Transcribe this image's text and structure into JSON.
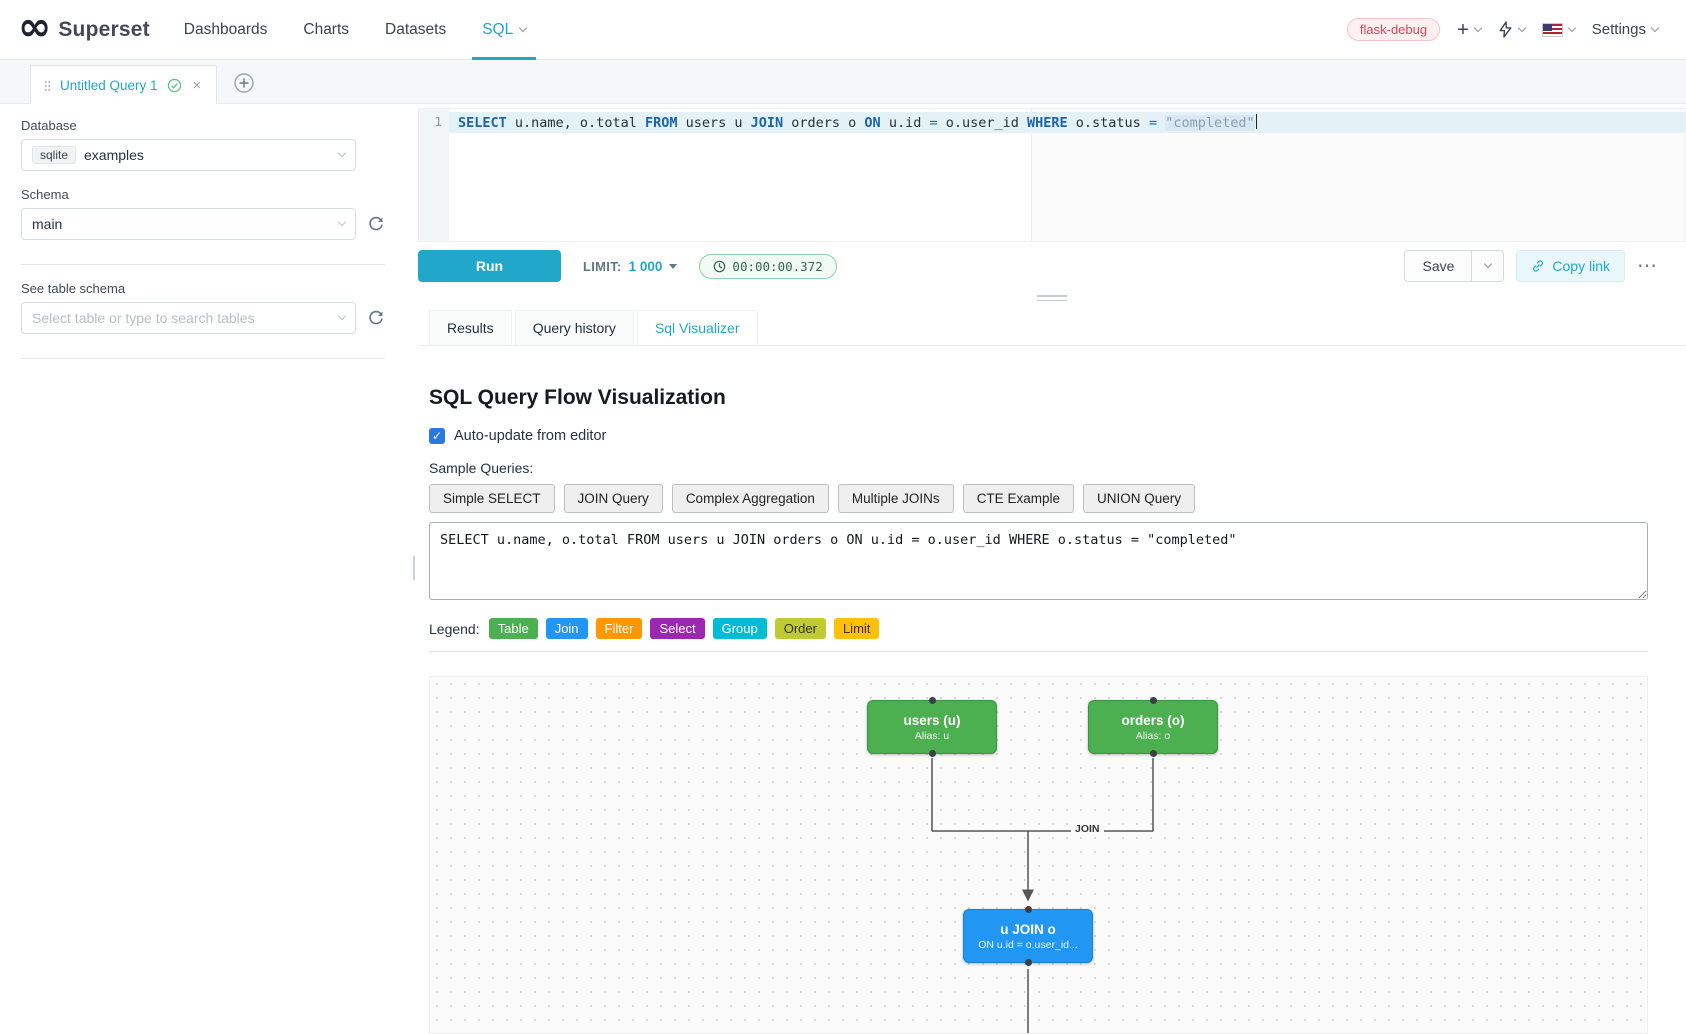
{
  "colors": {
    "accent": "#20a7c9",
    "table_node": "#4caf50",
    "join_node": "#2196f3",
    "env_badge_text": "#e04355",
    "success_green": "#5ac189"
  },
  "icons": {
    "logo": "infinity",
    "chevron_down": "chevron-down",
    "plus": "plus",
    "lightning": "lightning-bolt",
    "flag": "us-flag",
    "drag_dots": "drag-handle-dots",
    "check_circle": "check-circle",
    "close": "x",
    "add_tab": "plus-circle",
    "refresh": "circular-arrow",
    "clock": "clock",
    "link": "chain-link",
    "more": "ellipsis"
  },
  "header": {
    "brand": "Superset",
    "nav": {
      "items": [
        {
          "label": "Dashboards"
        },
        {
          "label": "Charts"
        },
        {
          "label": "Datasets"
        },
        {
          "label": "SQL"
        }
      ],
      "active": "SQL"
    },
    "env_badge": "flask-debug",
    "settings": "Settings"
  },
  "query_tabs": {
    "active_tab": "Untitled Query 1"
  },
  "sidebar": {
    "database_label": "Database",
    "database_type": "sqlite",
    "database_value": "examples",
    "schema_label": "Schema",
    "schema_value": "main",
    "table_label": "See table schema",
    "table_placeholder": "Select table or type to search tables"
  },
  "editor": {
    "line_number": "1",
    "tokens": [
      {
        "t": "SELECT",
        "c": "kw"
      },
      {
        "t": " u.name, o.total ",
        "c": "pl"
      },
      {
        "t": "FROM",
        "c": "kw"
      },
      {
        "t": " users u ",
        "c": "pl"
      },
      {
        "t": "JOIN",
        "c": "kw"
      },
      {
        "t": " orders o ",
        "c": "pl"
      },
      {
        "t": "ON",
        "c": "kw"
      },
      {
        "t": " u.id ",
        "c": "pl"
      },
      {
        "t": "=",
        "c": "op"
      },
      {
        "t": " o.user_id ",
        "c": "pl"
      },
      {
        "t": "WHERE",
        "c": "kw"
      },
      {
        "t": " o.status ",
        "c": "pl"
      },
      {
        "t": "=",
        "c": "op"
      },
      {
        "t": " ",
        "c": "pl"
      },
      {
        "t": "\"completed\"",
        "c": "str"
      }
    ]
  },
  "toolbar": {
    "run_label": "Run",
    "limit_label": "LIMIT:",
    "limit_value": "1 000",
    "timer": "00:00:00.372",
    "save_label": "Save",
    "copy_link_label": "Copy link"
  },
  "result_tabs": {
    "results": "Results",
    "history": "Query history",
    "visualizer": "Sql Visualizer"
  },
  "visualizer": {
    "title": "SQL Query Flow Visualization",
    "auto_update_label": "Auto-update from editor",
    "sample_queries_label": "Sample Queries:",
    "sample_buttons": [
      "Simple SELECT",
      "JOIN Query",
      "Complex Aggregation",
      "Multiple JOINs",
      "CTE Example",
      "UNION Query"
    ],
    "sql_text": "SELECT u.name, o.total FROM users u JOIN orders o ON u.id = o.user_id WHERE o.status = \"completed\"",
    "legend_label": "Legend:",
    "legend": [
      {
        "label": "Table",
        "bg": "#4caf50",
        "fg": "#ffffff"
      },
      {
        "label": "Join",
        "bg": "#2196f3",
        "fg": "#ffffff"
      },
      {
        "label": "Filter",
        "bg": "#ff9800",
        "fg": "#ffffff"
      },
      {
        "label": "Select",
        "bg": "#9c27b0",
        "fg": "#ffffff"
      },
      {
        "label": "Group",
        "bg": "#00bcd4",
        "fg": "#ffffff"
      },
      {
        "label": "Order",
        "bg": "#c0ca33",
        "fg": "#333333"
      },
      {
        "label": "Limit",
        "bg": "#ffc107",
        "fg": "#333333"
      }
    ],
    "diagram": {
      "edge_label": "JOIN",
      "nodes": {
        "users": {
          "title": "users (u)",
          "subtitle": "Alias: u"
        },
        "orders": {
          "title": "orders (o)",
          "subtitle": "Alias: o"
        },
        "join": {
          "title": "u JOIN o",
          "subtitle": "ON u.id = o.user_id..."
        }
      }
    }
  }
}
